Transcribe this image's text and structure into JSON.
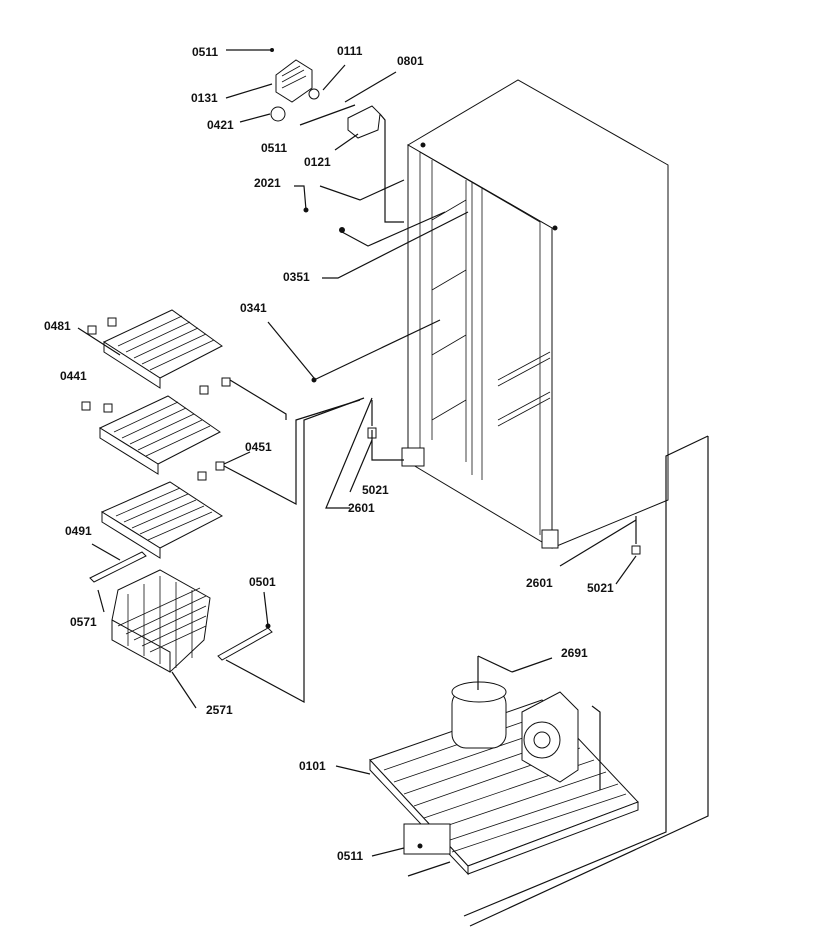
{
  "diagram": {
    "labels": {
      "l0511a": "0511",
      "l0111": "0111",
      "l0801": "0801",
      "l0131": "0131",
      "l0421": "0421",
      "l0511b": "0511",
      "l0121": "0121",
      "l2021": "2021",
      "l0351": "0351",
      "l0341": "0341",
      "l0481": "0481",
      "l0441": "0441",
      "l0451": "0451",
      "l5021a": "5021",
      "l2601a": "2601",
      "l0491": "0491",
      "l0571": "0571",
      "l0501": "0501",
      "l2571": "2571",
      "l2601b": "2601",
      "l5021b": "5021",
      "l2691": "2691",
      "l0101": "0101",
      "l0511c": "0511"
    }
  }
}
